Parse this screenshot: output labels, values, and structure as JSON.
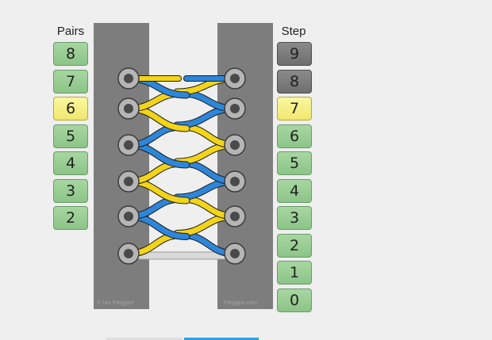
{
  "pairs": {
    "title": "Pairs",
    "buttons": [
      {
        "label": "8",
        "state": "green"
      },
      {
        "label": "7",
        "state": "green"
      },
      {
        "label": "6",
        "state": "yellow"
      },
      {
        "label": "5",
        "state": "green"
      },
      {
        "label": "4",
        "state": "green"
      },
      {
        "label": "3",
        "state": "green"
      },
      {
        "label": "2",
        "state": "green"
      }
    ]
  },
  "steps": {
    "title": "Step",
    "buttons": [
      {
        "label": "9",
        "state": "gray"
      },
      {
        "label": "8",
        "state": "gray"
      },
      {
        "label": "7",
        "state": "yellow"
      },
      {
        "label": "6",
        "state": "green"
      },
      {
        "label": "5",
        "state": "green"
      },
      {
        "label": "4",
        "state": "green"
      },
      {
        "label": "3",
        "state": "green"
      },
      {
        "label": "2",
        "state": "green"
      },
      {
        "label": "1",
        "state": "green"
      },
      {
        "label": "0",
        "state": "green"
      }
    ]
  },
  "illustration": {
    "left_copyright": "© Ian Fieggen",
    "right_copyright": "Fieggen.com"
  },
  "colors": {
    "lace_blue": "#2d86d9",
    "lace_yellow": "#f2d419",
    "strip_gray": "#7d7d7d",
    "accent_blue": "#2aa3e6"
  }
}
